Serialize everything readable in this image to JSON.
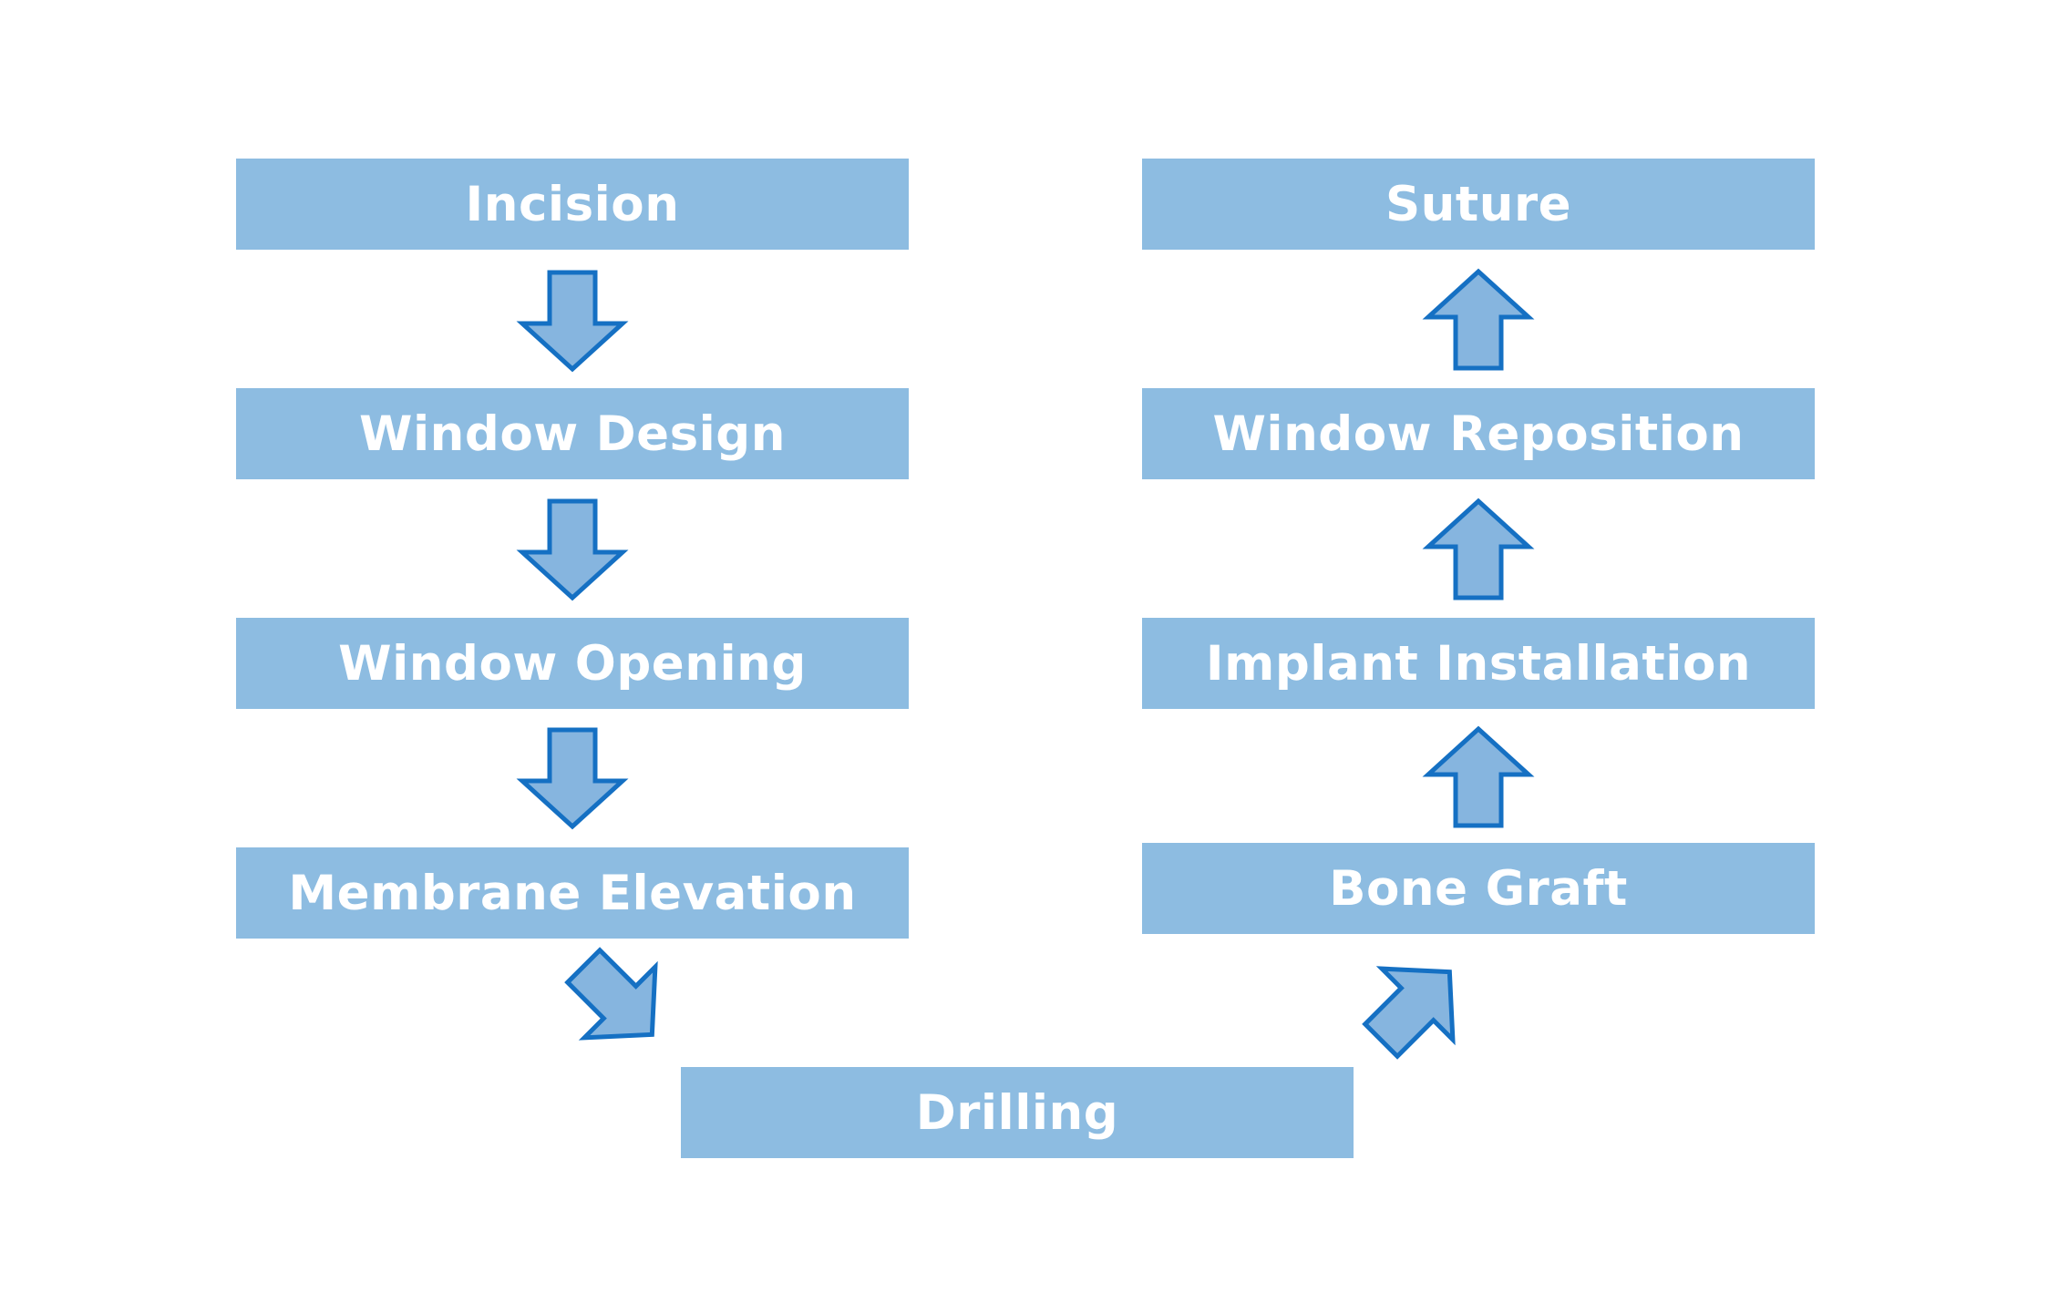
{
  "colors": {
    "box_fill": "#8dbce1",
    "text": "#ffffff",
    "arrow_fill": "#86b5df",
    "arrow_stroke": "#1570c3",
    "background": "#ffffff"
  },
  "steps": [
    {
      "label": "Incision"
    },
    {
      "label": "Window Design"
    },
    {
      "label": "Window Opening"
    },
    {
      "label": "Membrane Elevation"
    },
    {
      "label": "Drilling"
    },
    {
      "label": "Bone Graft"
    },
    {
      "label": "Implant Installation"
    },
    {
      "label": "Window Reposition"
    },
    {
      "label": "Suture"
    }
  ],
  "arrows": [
    {
      "from": "Incision",
      "to": "Window Design",
      "direction": "down"
    },
    {
      "from": "Window Design",
      "to": "Window Opening",
      "direction": "down"
    },
    {
      "from": "Window Opening",
      "to": "Membrane Elevation",
      "direction": "down"
    },
    {
      "from": "Membrane Elevation",
      "to": "Drilling",
      "direction": "down-right"
    },
    {
      "from": "Drilling",
      "to": "Bone Graft",
      "direction": "up-right"
    },
    {
      "from": "Bone Graft",
      "to": "Implant Installation",
      "direction": "up"
    },
    {
      "from": "Implant Installation",
      "to": "Window Reposition",
      "direction": "up"
    },
    {
      "from": "Window Reposition",
      "to": "Suture",
      "direction": "up"
    }
  ]
}
